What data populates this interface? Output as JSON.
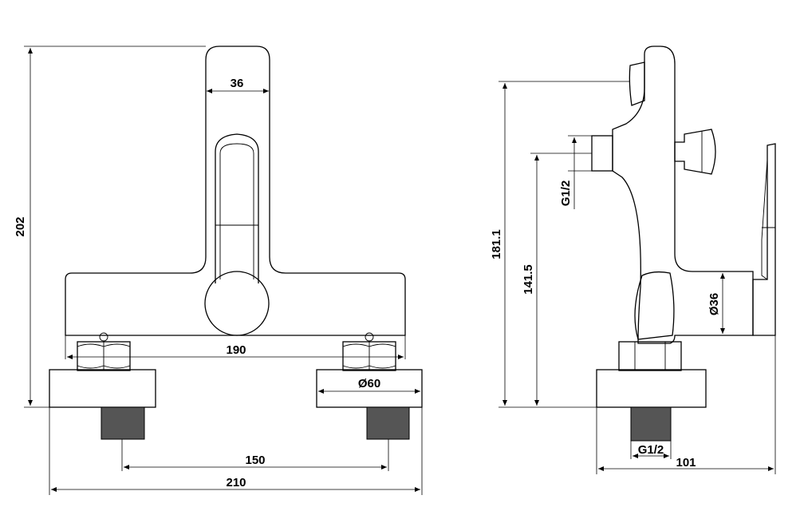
{
  "dimensions": {
    "front_height": "202",
    "front_top_width": "36",
    "front_inner_width": "190",
    "front_flange_diameter": "Ø60",
    "front_center_distance": "150",
    "front_total_width": "210",
    "side_total_height": "181.1",
    "side_inlet_height": "141.5",
    "side_inlet_thread": "G1/2",
    "side_handle_diameter": "Ø36",
    "side_bottom_thread": "G1/2",
    "side_depth": "101"
  },
  "colors": {
    "line": "#000000",
    "thread_fill": "#555555",
    "background": "#ffffff"
  }
}
